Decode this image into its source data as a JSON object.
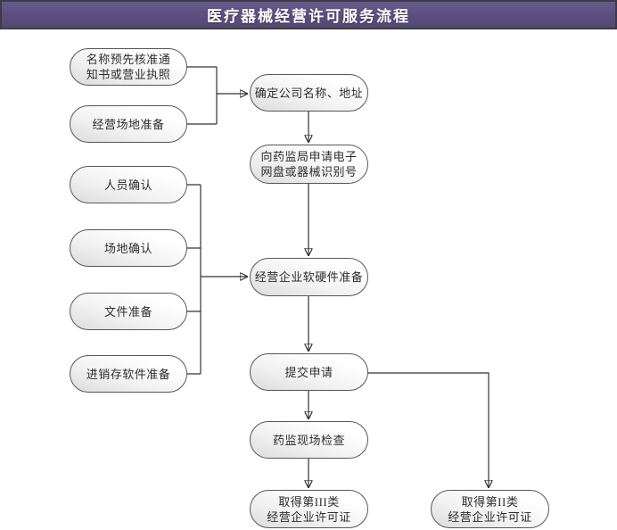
{
  "header": {
    "title": "医疗器械经营许可服务流程"
  },
  "colors": {
    "header_bg": "#5b4e7e",
    "header_border": "#3d3c44",
    "header_text": "#ffffff",
    "node_border": "#58585a",
    "node_fill_light": "#ffffff",
    "node_fill_dark": "#dcdcdc",
    "connector": "#333333",
    "node_text": "#2d2d2d"
  },
  "nodes": {
    "preapproval": {
      "label": "名称预先核准通知书或营业执照",
      "lines": [
        "名称预先核准通",
        "知书或营业执照"
      ]
    },
    "site_prep": {
      "label": "经营场地准备",
      "lines": [
        "经营场地准备"
      ]
    },
    "personnel_confirm": {
      "label": "人员确认",
      "lines": [
        "人员确认"
      ]
    },
    "site_confirm": {
      "label": "场地确认",
      "lines": [
        "场地确认"
      ]
    },
    "document_prep": {
      "label": "文件准备",
      "lines": [
        "文件准备"
      ]
    },
    "inventory_software_prep": {
      "label": "进销存软件准备",
      "lines": [
        "进销存软件准备"
      ]
    },
    "company_name_address": {
      "label": "确定公司名称、地址",
      "lines": [
        "确定公司名称、地址"
      ]
    },
    "apply_device_id": {
      "label": "向药监局申请电子网盘或器械识别号",
      "lines": [
        "向药监局申请电子",
        "网盘或器械识别号"
      ]
    },
    "software_hardware_prep": {
      "label": "经营企业软硬件准备",
      "lines": [
        "经营企业软硬件准备"
      ]
    },
    "submit_application": {
      "label": "提交申请",
      "lines": [
        "提交申请"
      ]
    },
    "onsite_inspection": {
      "label": "药监现场检查",
      "lines": [
        "药监现场检查"
      ]
    },
    "class3_license": {
      "label": "取得第III类经营企业许可证",
      "lines": [
        "取得第III类",
        "经营企业许可证"
      ]
    },
    "class2_license": {
      "label": "取得第II类经营企业许可证",
      "lines": [
        "取得第II类",
        "经营企业许可证"
      ]
    }
  },
  "edges": [
    {
      "from": "preapproval",
      "to": "company_name_address"
    },
    {
      "from": "site_prep",
      "to": "company_name_address"
    },
    {
      "from": "company_name_address",
      "to": "apply_device_id"
    },
    {
      "from": "apply_device_id",
      "to": "software_hardware_prep"
    },
    {
      "from": "personnel_confirm",
      "to": "software_hardware_prep"
    },
    {
      "from": "site_confirm",
      "to": "software_hardware_prep"
    },
    {
      "from": "document_prep",
      "to": "software_hardware_prep"
    },
    {
      "from": "inventory_software_prep",
      "to": "software_hardware_prep"
    },
    {
      "from": "software_hardware_prep",
      "to": "submit_application"
    },
    {
      "from": "submit_application",
      "to": "onsite_inspection"
    },
    {
      "from": "onsite_inspection",
      "to": "class3_license"
    },
    {
      "from": "submit_application",
      "to": "class2_license"
    }
  ]
}
